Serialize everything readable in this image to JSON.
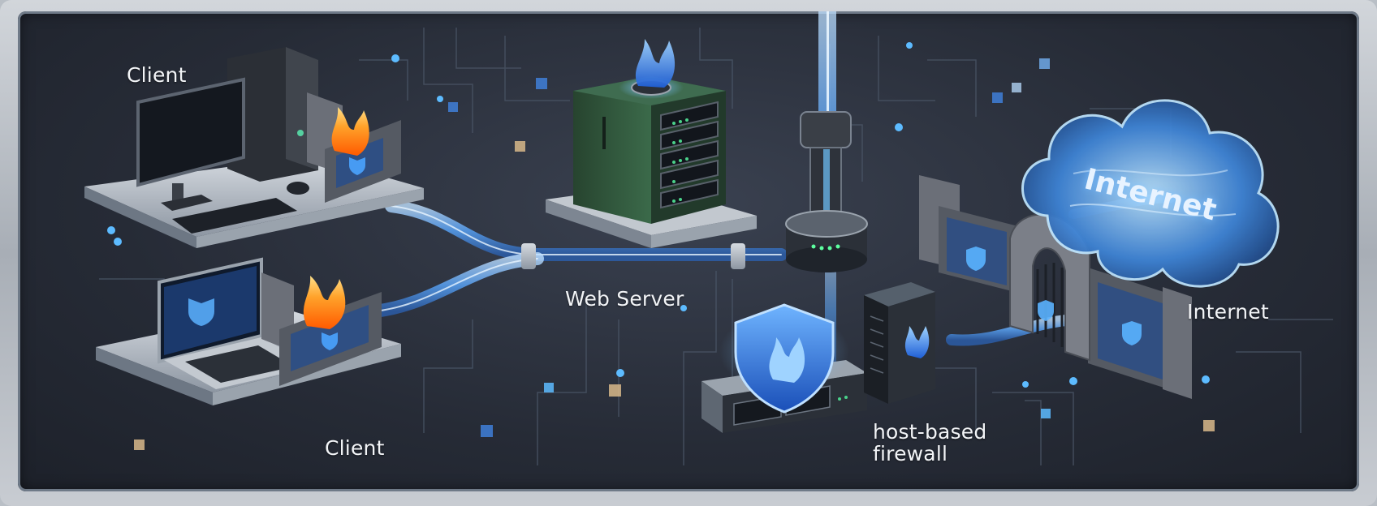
{
  "labels": {
    "client_top": "Client",
    "client_bottom": "Client",
    "web_server": "Web Server",
    "internet_side": "Internet",
    "cloud": "Internet",
    "host_fw_line1": "host-based",
    "host_fw_line2": "firewall"
  },
  "icons": {
    "desktop": "desktop-computer-icon",
    "laptop": "laptop-icon",
    "server": "server-rack-icon",
    "router": "router-tower-icon",
    "shield": "shield-flame-icon",
    "cloud": "cloud-icon",
    "wall": "firewall-wall-icon",
    "gate": "gate-icon"
  },
  "colors": {
    "background": "#262b36",
    "accent": "#4aa3ff",
    "flame_orange": "#ff8a1f",
    "flame_blue": "#3d8bff",
    "server_green": "#2f5a3f",
    "label_text": "#f2f4f7"
  }
}
